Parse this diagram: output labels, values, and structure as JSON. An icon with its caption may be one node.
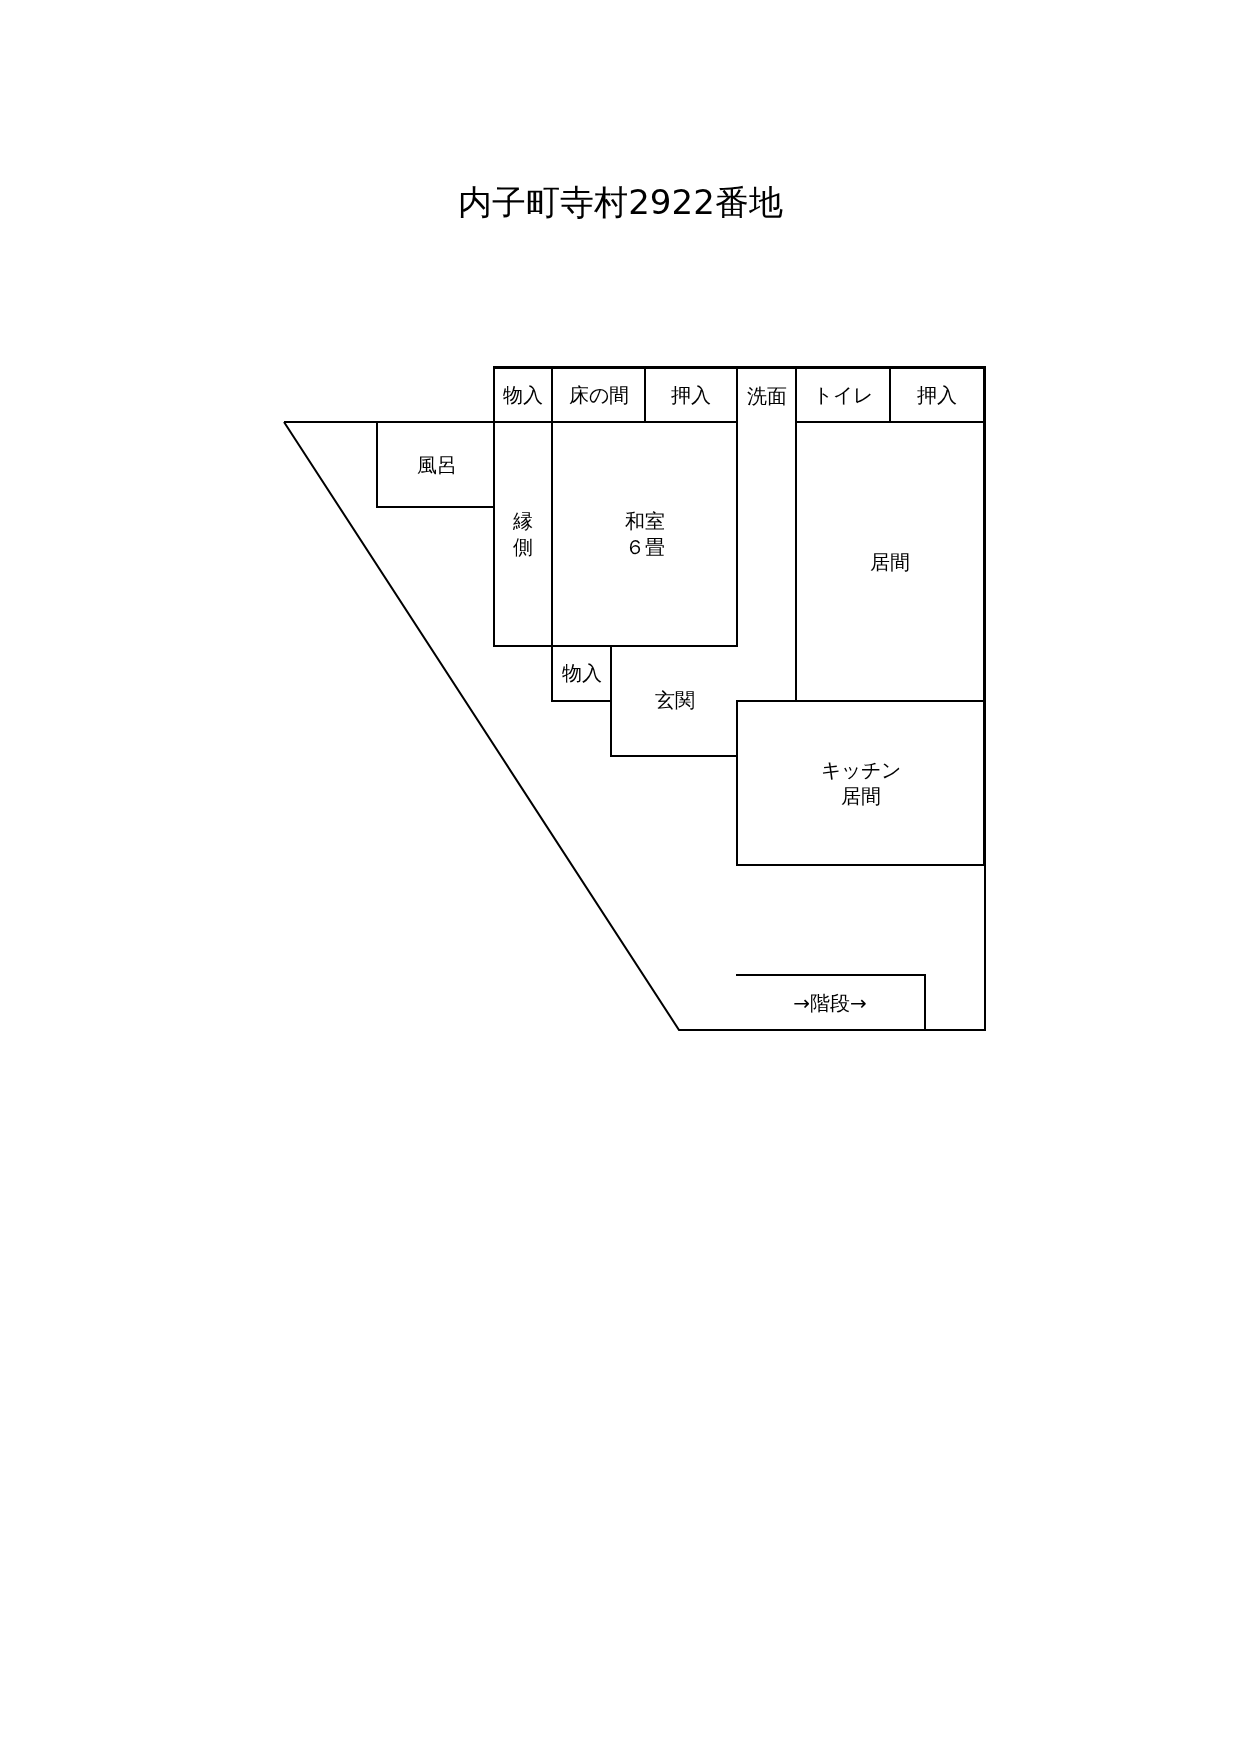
{
  "diagram": {
    "title": "内子町寺村2922番地",
    "nodes": [
      {
        "text": [
          "物入"
        ]
      },
      {
        "text": [
          "床の間"
        ]
      },
      {
        "text": [
          "押入"
        ]
      },
      {
        "text": [
          "洗面"
        ]
      },
      {
        "text": [
          "トイレ"
        ]
      },
      {
        "text": [
          "押入"
        ]
      },
      {
        "text": [
          "風呂"
        ]
      },
      {
        "text": [
          "縁側"
        ]
      },
      {
        "text": [
          "和室６畳"
        ]
      },
      {
        "text": [
          "居間"
        ]
      },
      {
        "text": [
          "物入"
        ]
      },
      {
        "text": [
          "玄関"
        ]
      },
      {
        "text": [
          "キッチン居間"
        ]
      },
      {
        "text": [
          "→階段→"
        ]
      }
    ]
  }
}
